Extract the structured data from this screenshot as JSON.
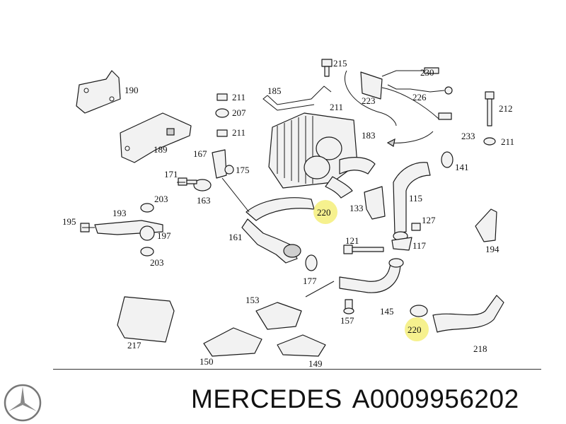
{
  "callouts": {
    "c190": "190",
    "c189": "189",
    "c185": "185",
    "c215": "215",
    "c230": "230",
    "c211a": "211",
    "c207": "207",
    "c211b": "211",
    "c211c": "211",
    "c223": "223",
    "c226": "226",
    "c212": "212",
    "c183": "183",
    "c233": "233",
    "c211d": "211",
    "c167": "167",
    "c175": "175",
    "c171": "171",
    "c163": "163",
    "c141": "141",
    "c203a": "203",
    "c220a": "220",
    "c133": "133",
    "c115": "115",
    "c195": "195",
    "c193": "193",
    "c127": "127",
    "c197": "197",
    "c161": "161",
    "c121": "121",
    "c117": "117",
    "c194": "194",
    "c203b": "203",
    "c177": "177",
    "c153": "153",
    "c145": "145",
    "c157": "157",
    "c220b": "220",
    "c217": "217",
    "c218": "218",
    "c150": "150",
    "c149": "149"
  },
  "highlight_color": "#f5ef7a",
  "footer": {
    "brand": "MERCEDES",
    "part_number": "A0009956202"
  },
  "logo_icon": "mercedes-star-icon"
}
